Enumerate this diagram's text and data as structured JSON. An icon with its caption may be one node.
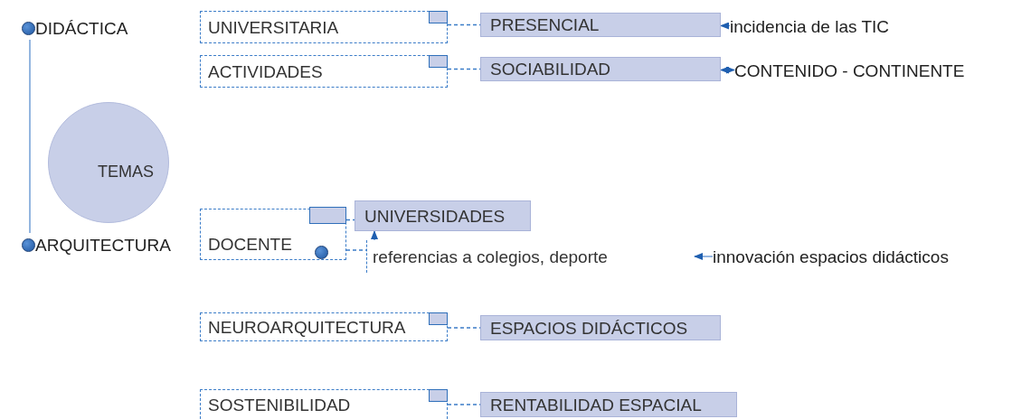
{
  "diagram": {
    "nodes": [
      {
        "text": [
          "DIDÁCTICA"
        ]
      },
      {
        "text": [
          "ARQUITECTURA"
        ]
      },
      {
        "text": [
          "TEMAS"
        ]
      },
      {
        "text": [
          "UNIVERSITARIA"
        ]
      },
      {
        "text": [
          "PRESENCIAL"
        ]
      },
      {
        "text": [
          "incidencia de las TIC"
        ]
      },
      {
        "text": [
          "ACTIVIDADES"
        ]
      },
      {
        "text": [
          "SOCIABILIDAD"
        ]
      },
      {
        "text": [
          "CONTENIDO - CONTINENTE"
        ]
      },
      {
        "text": [
          "DOCENTE"
        ]
      },
      {
        "text": [
          "UNIVERSIDADES"
        ]
      },
      {
        "text": [
          "referencias a colegios, deporte"
        ]
      },
      {
        "text": [
          "innovación espacios didácticos"
        ]
      },
      {
        "text": [
          "NEUROARQUITECTURA"
        ]
      },
      {
        "text": [
          "ESPACIOS DIDÁCTICOS"
        ]
      },
      {
        "text": [
          "SOSTENIBILIDAD"
        ]
      },
      {
        "text": [
          "RENTABILIDAD ESPACIAL"
        ]
      }
    ],
    "edges": [
      {
        "from": 0,
        "to": 1,
        "arrow": "none"
      },
      {
        "from": 3,
        "to": 4,
        "arrow": "none",
        "style": "dashed"
      },
      {
        "from": 5,
        "to": 4,
        "arrow": "to"
      },
      {
        "from": 6,
        "to": 7,
        "arrow": "none",
        "style": "dashed"
      },
      {
        "from": 8,
        "to": 7,
        "arrow": "both"
      },
      {
        "from": 9,
        "to": 10,
        "arrow": "none",
        "style": "dashed"
      },
      {
        "from": 9,
        "to": 11,
        "arrow": "none",
        "style": "dashed"
      },
      {
        "from": 11,
        "to": 10,
        "arrow": "to"
      },
      {
        "from": 12,
        "to": null,
        "arrow": "to"
      },
      {
        "from": 13,
        "to": 14,
        "arrow": "none",
        "style": "dashed"
      },
      {
        "from": 15,
        "to": 16,
        "arrow": "none",
        "style": "dashed"
      }
    ]
  }
}
